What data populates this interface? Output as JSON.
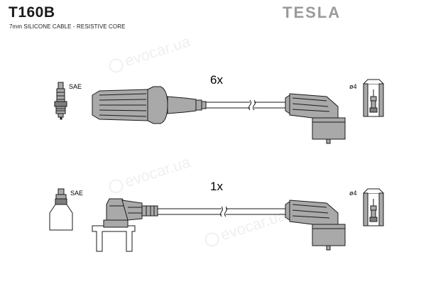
{
  "header": {
    "part_number": "T160B",
    "subtitle": "7mm SILICONE CABLE - RESISTIVE CORE",
    "brand": "TESLA"
  },
  "watermark": "evocar.ua",
  "rows": [
    {
      "plug_label": "SAE",
      "quantity": "6x",
      "coil_label": "ø4"
    },
    {
      "plug_label": "SAE",
      "quantity": "1x",
      "coil_label": "ø4"
    }
  ],
  "colors": {
    "ink": "#1a1a1a",
    "fill": "#a9a9a9",
    "logo": "#9a9a9a"
  }
}
